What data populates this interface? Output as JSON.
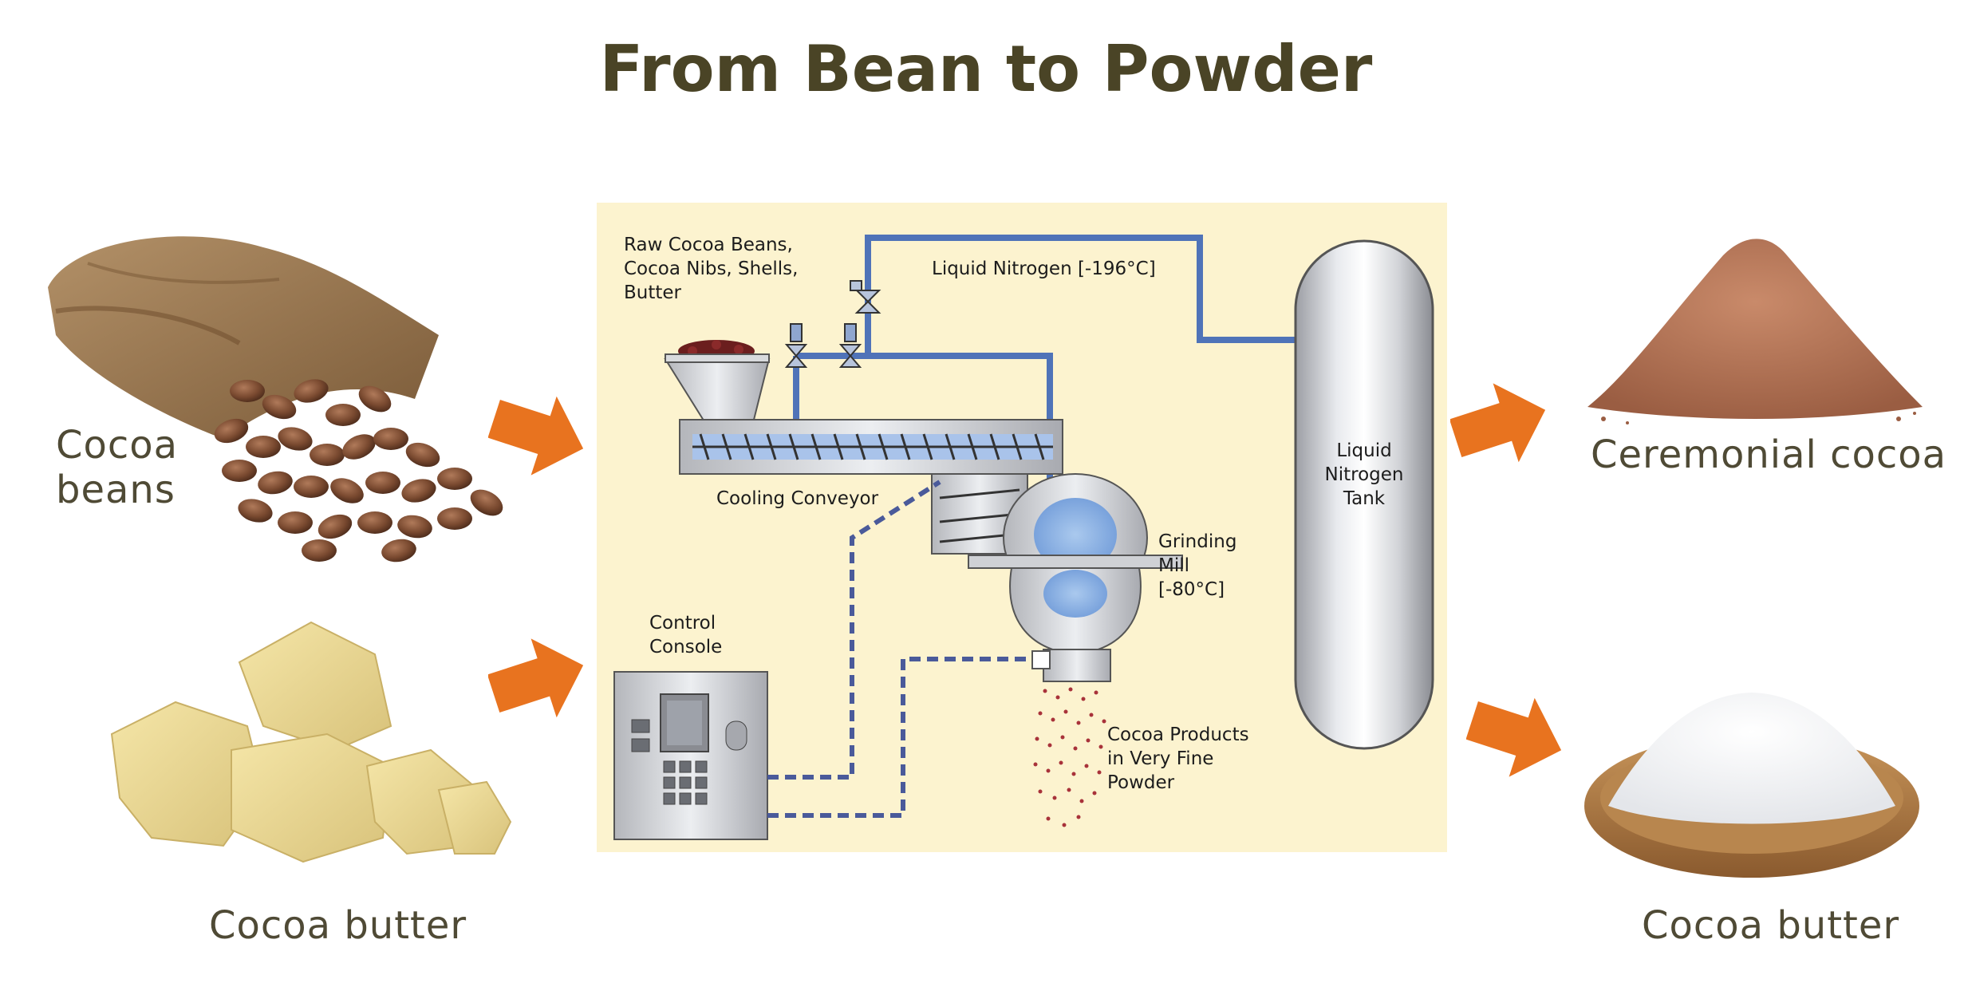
{
  "title": "From Bean to Powder",
  "inputs": [
    {
      "line1": "Cocoa",
      "line2": "beans"
    },
    {
      "label": "Cocoa butter"
    }
  ],
  "outputs": [
    {
      "label": "Ceremonial cocoa"
    },
    {
      "label": "Cocoa butter"
    }
  ],
  "diagram": {
    "raw_materials": [
      "Raw Cocoa Beans,",
      "Cocoa Nibs, Shells,",
      "Butter"
    ],
    "liquid_nitrogen": "Liquid Nitrogen [-196°C]",
    "tank": [
      "Liquid",
      "Nitrogen",
      "Tank"
    ],
    "cooling_conveyor": "Cooling Conveyor",
    "grinding_mill": [
      "Grinding",
      "Mill",
      "[-80°C]"
    ],
    "control_console": [
      "Control",
      "Console"
    ],
    "fine_powder": [
      "Cocoa Products",
      "in Very Fine",
      "Powder"
    ]
  },
  "colors": {
    "title": "#4a4426",
    "caption": "#4f4a35",
    "arrow": "#e8731f",
    "diagram_bg": "#fcf3cf",
    "pipe": "#4f73b8"
  }
}
